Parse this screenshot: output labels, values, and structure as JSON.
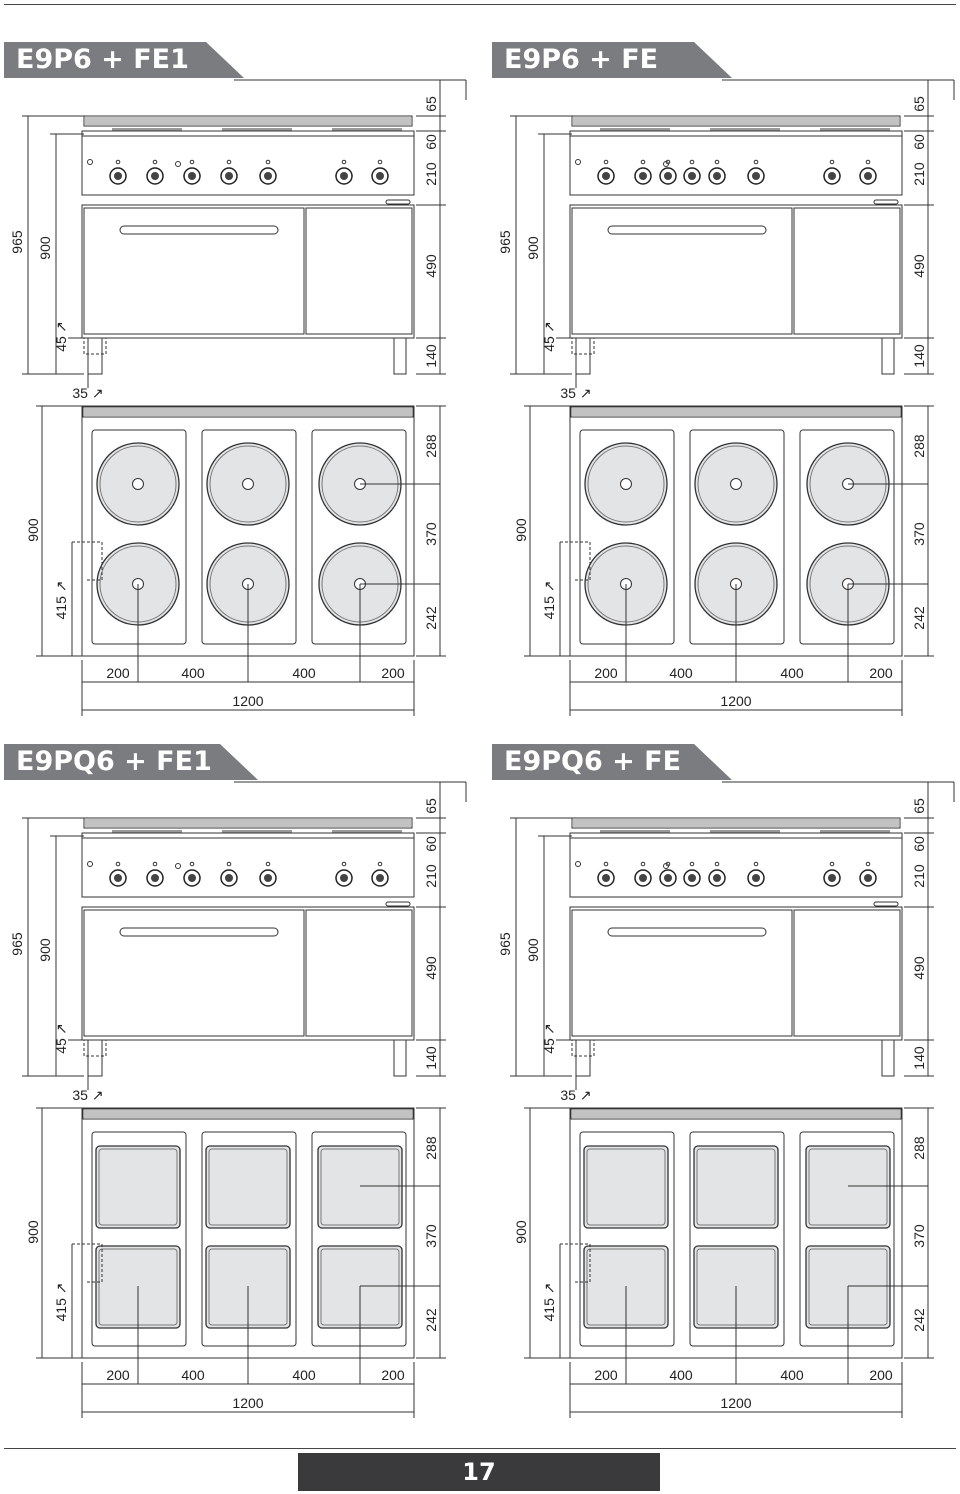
{
  "panels": [
    {
      "id": "e9p6-fe1",
      "title": "E9P6 + FE1",
      "hob": "round",
      "knobs": "fe1",
      "dims": {
        "h_total": "965",
        "h_body": "900",
        "h_top": "65",
        "h_panel": "60",
        "h_controls": "210",
        "h_oven": "490",
        "h_legs": "140",
        "leg_a": "45",
        "leg_b": "35",
        "top_depth": "900",
        "rear_offset": "415",
        "depth_a": "288",
        "depth_b": "370",
        "depth_c": "242",
        "w_a": "200",
        "w_b": "400",
        "w_c": "400",
        "w_d": "200",
        "w_total": "1200"
      }
    },
    {
      "id": "e9p6-fe",
      "title": "E9P6 + FE",
      "hob": "round",
      "knobs": "fe",
      "dims": {
        "h_total": "965",
        "h_body": "900",
        "h_top": "65",
        "h_panel": "60",
        "h_controls": "210",
        "h_oven": "490",
        "h_legs": "140",
        "leg_a": "45",
        "leg_b": "35",
        "top_depth": "900",
        "rear_offset": "415",
        "depth_a": "288",
        "depth_b": "370",
        "depth_c": "242",
        "w_a": "200",
        "w_b": "400",
        "w_c": "400",
        "w_d": "200",
        "w_total": "1200"
      }
    },
    {
      "id": "e9pq6-fe1",
      "title": "E9PQ6 + FE1",
      "hob": "square",
      "knobs": "fe1",
      "dims": {
        "h_total": "965",
        "h_body": "900",
        "h_top": "65",
        "h_panel": "60",
        "h_controls": "210",
        "h_oven": "490",
        "h_legs": "140",
        "leg_a": "45",
        "leg_b": "35",
        "top_depth": "900",
        "rear_offset": "415",
        "depth_a": "288",
        "depth_b": "370",
        "depth_c": "242",
        "w_a": "200",
        "w_b": "400",
        "w_c": "400",
        "w_d": "200",
        "w_total": "1200"
      }
    },
    {
      "id": "e9pq6-fe",
      "title": "E9PQ6 + FE",
      "hob": "square",
      "knobs": "fe",
      "dims": {
        "h_total": "965",
        "h_body": "900",
        "h_top": "65",
        "h_panel": "60",
        "h_controls": "210",
        "h_oven": "490",
        "h_legs": "140",
        "leg_a": "45",
        "leg_b": "35",
        "top_depth": "900",
        "rear_offset": "415",
        "depth_a": "288",
        "depth_b": "370",
        "depth_c": "242",
        "w_a": "200",
        "w_b": "400",
        "w_c": "400",
        "w_d": "200",
        "w_total": "1200"
      }
    }
  ],
  "footer": {
    "page_number": "17"
  },
  "colors": {
    "tab": "#7b7c7f",
    "footer": "#3a3a3c",
    "line": "#333333",
    "fill": "#e3e4e6"
  }
}
